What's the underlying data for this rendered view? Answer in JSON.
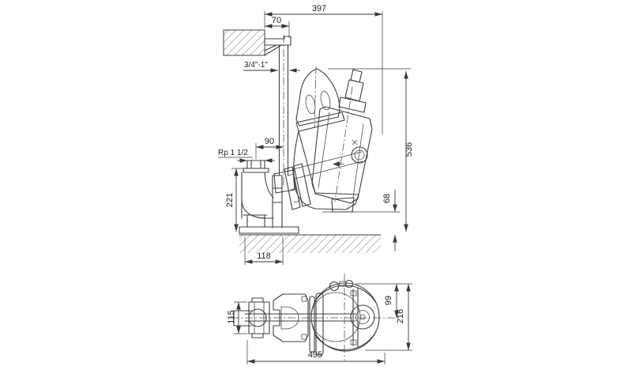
{
  "drawing": {
    "kind": "pump-installation-dimensional-drawing",
    "line_color": "#3f3f3f",
    "text_color": "#222222",
    "background": "#ffffff",
    "side_view": {
      "dims": {
        "overall_width": "397",
        "wall_to_rail": "70",
        "guide_rail_size": "3/4\"-1\"",
        "rail_to_outlet": "90",
        "outlet_thread": "Rp 1 1/2",
        "outlet_height": "221",
        "base_width": "118",
        "bottom_clearance": "68",
        "overall_height": "536"
      }
    },
    "plan_view": {
      "dims": {
        "flange_width": "115",
        "overall_length": "495",
        "center_to_top": "99",
        "overall_depth": "216"
      }
    }
  }
}
